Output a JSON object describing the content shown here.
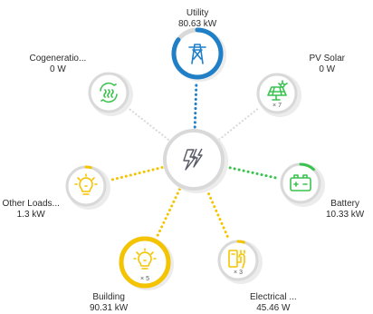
{
  "hub": {
    "icon": "lightning-hub-icon"
  },
  "nodes": [
    {
      "key": "utility",
      "name": "Utility",
      "value": "80.63 kW",
      "icon": "utility-tower-icon",
      "color": "#1f7fc7",
      "level": 0.85,
      "badge": ""
    },
    {
      "key": "pv-solar",
      "name": "PV Solar",
      "value": "0 W",
      "icon": "solar-panel-icon",
      "color": "#3ac24f",
      "level": 0.0,
      "badge": "× 7"
    },
    {
      "key": "battery",
      "name": "Battery",
      "value": "10.33 kW",
      "icon": "battery-icon",
      "color": "#3ac24f",
      "level": 0.12,
      "badge": ""
    },
    {
      "key": "electrical",
      "name": "Electrical ...",
      "value": "45.46 W",
      "icon": "ev-charger-icon",
      "color": "#f5c400",
      "level": 0.05,
      "badge": "× 3"
    },
    {
      "key": "building",
      "name": "Building",
      "value": "90.31 kW",
      "icon": "bulb-icon",
      "color": "#f5c400",
      "level": 1.0,
      "badge": "× 5"
    },
    {
      "key": "other-loads",
      "name": "Other Loads...",
      "value": "1.3 kW",
      "icon": "bulb-icon",
      "color": "#f5c400",
      "level": 0.04,
      "badge": ""
    },
    {
      "key": "cogeneration",
      "name": "Cogeneratio...",
      "value": "0 W",
      "icon": "cogeneration-icon",
      "color": "#3ac24f",
      "level": 0.0,
      "badge": ""
    }
  ]
}
